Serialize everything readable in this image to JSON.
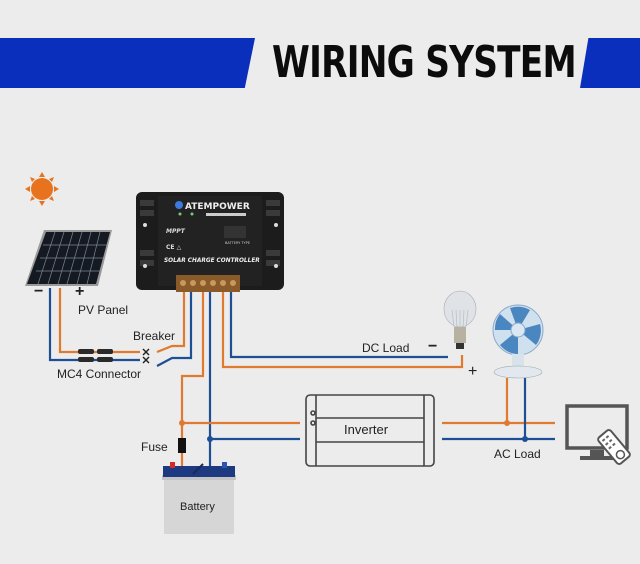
{
  "title": "WIRING SYSTEM",
  "colors": {
    "banner": "#0a2fbc",
    "positive_wire": "#e07a30",
    "negative_wire": "#1e4f95",
    "sun": "#e8731f",
    "background": "#ececec"
  },
  "controller": {
    "brand": "ATEMPOWER",
    "mode": "MPPT",
    "label": "SOLAR CHARGE CONTROLLER",
    "battery_type_label": "BATTERY TYPE"
  },
  "labels": {
    "pv_panel": "PV Panel",
    "pv_minus": "−",
    "pv_plus": "+",
    "breaker": "Breaker",
    "mc4_connector": "MC4 Connector",
    "fuse": "Fuse",
    "battery": "Battery",
    "inverter": "Inverter",
    "dc_load": "DC Load",
    "dc_minus": "−",
    "dc_plus": "+",
    "ac_load": "AC Load"
  },
  "icons": {
    "sun": "sun-icon",
    "solar_panel": "solar-panel-icon",
    "controller": "charge-controller-icon",
    "battery": "battery-icon",
    "inverter": "inverter-icon",
    "bulb": "light-bulb-icon",
    "fan": "fan-icon",
    "tv": "tv-icon",
    "remote": "remote-control-icon"
  }
}
